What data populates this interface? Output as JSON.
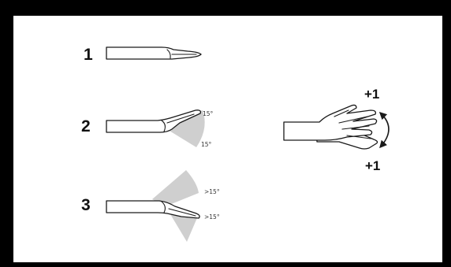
{
  "colors": {
    "frame": "#000000",
    "background": "#ffffff",
    "sector_fill": "#cfcfcf",
    "line": "#1a1a1a"
  },
  "steps": [
    {
      "number": "1",
      "icon": "flat-hand-icon"
    },
    {
      "number": "2",
      "icon": "hand-flexion-icon",
      "angle_upper": "15°",
      "angle_lower": "15°"
    },
    {
      "number": "3",
      "icon": "hand-flexion-icon",
      "angle_upper": ">15°",
      "angle_lower": ">15°"
    }
  ],
  "rotation": {
    "icon": "hand-rotation-icon",
    "score_upper": "+1",
    "score_lower": "+1"
  }
}
